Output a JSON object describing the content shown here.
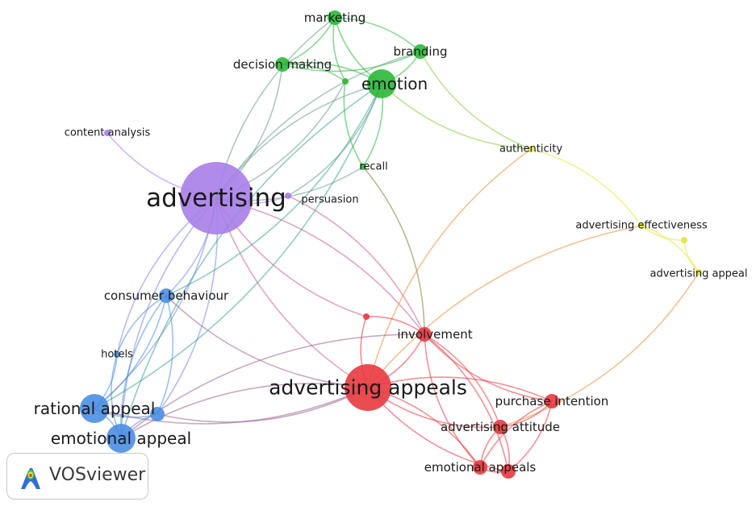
{
  "title": "",
  "branding": {
    "name": "VOSviewer",
    "logo_icon": "vosviewer-logo-icon"
  },
  "clusters": {
    "red": "#e8393f",
    "green": "#2bb83a",
    "blue": "#4a8ee3",
    "yellow": "#e3e63c",
    "purple": "#a77ee8"
  },
  "nodes": [
    {
      "id": "advertising",
      "label": "advertising",
      "cluster": "purple",
      "weight": 5
    },
    {
      "id": "content_analysis",
      "label": "content analysis",
      "cluster": "purple",
      "weight": 1
    },
    {
      "id": "persuasion",
      "label": "persuasion",
      "cluster": "purple",
      "weight": 1
    },
    {
      "id": "marketing",
      "label": "marketing",
      "cluster": "green",
      "weight": 2
    },
    {
      "id": "decision_making",
      "label": "decision making",
      "cluster": "green",
      "weight": 2
    },
    {
      "id": "branding",
      "label": "branding",
      "cluster": "green",
      "weight": 2
    },
    {
      "id": "emotion",
      "label": "emotion",
      "cluster": "green",
      "weight": 3
    },
    {
      "id": "emotion_b",
      "label": "",
      "cluster": "green",
      "weight": 1
    },
    {
      "id": "recall",
      "label": "recall",
      "cluster": "green",
      "weight": 1
    },
    {
      "id": "authenticity",
      "label": "authenticity",
      "cluster": "yellow",
      "weight": 1
    },
    {
      "id": "adv_effectiveness",
      "label": "advertising effectiveness",
      "cluster": "yellow",
      "weight": 1
    },
    {
      "id": "adv_appeal",
      "label": "advertising appeal",
      "cluster": "yellow",
      "weight": 1
    },
    {
      "id": "yellow_b",
      "label": "",
      "cluster": "yellow",
      "weight": 1
    },
    {
      "id": "consumer_behaviour",
      "label": "consumer behaviour",
      "cluster": "blue",
      "weight": 2
    },
    {
      "id": "hotels",
      "label": "hotels",
      "cluster": "blue",
      "weight": 1
    },
    {
      "id": "rational_appeal",
      "label": "rational appeal",
      "cluster": "blue",
      "weight": 3
    },
    {
      "id": "emotional_appeal",
      "label": "emotional appeal",
      "cluster": "blue",
      "weight": 3
    },
    {
      "id": "blue_b",
      "label": "",
      "cluster": "blue",
      "weight": 2
    },
    {
      "id": "advertising_appeals",
      "label": "advertising appeals",
      "cluster": "red",
      "weight": 4
    },
    {
      "id": "involvement",
      "label": "involvement",
      "cluster": "red",
      "weight": 2
    },
    {
      "id": "purchase_intention",
      "label": "purchase intention",
      "cluster": "red",
      "weight": 2
    },
    {
      "id": "advertising_attitude",
      "label": "advertising attitude",
      "cluster": "red",
      "weight": 2
    },
    {
      "id": "emotional_appeals",
      "label": "emotional appeals",
      "cluster": "red",
      "weight": 2
    },
    {
      "id": "red_b",
      "label": "",
      "cluster": "red",
      "weight": 1
    },
    {
      "id": "red_c",
      "label": "",
      "cluster": "red",
      "weight": 2
    }
  ],
  "links": [
    [
      "advertising",
      "content_analysis"
    ],
    [
      "advertising",
      "persuasion"
    ],
    [
      "advertising",
      "marketing"
    ],
    [
      "advertising",
      "decision_making"
    ],
    [
      "advertising",
      "emotion"
    ],
    [
      "advertising",
      "emotion_b"
    ],
    [
      "advertising",
      "branding"
    ],
    [
      "advertising",
      "recall"
    ],
    [
      "advertising",
      "consumer_behaviour"
    ],
    [
      "advertising",
      "hotels"
    ],
    [
      "advertising",
      "rational_appeal"
    ],
    [
      "advertising",
      "emotional_appeal"
    ],
    [
      "advertising",
      "blue_b"
    ],
    [
      "advertising",
      "advertising_appeals"
    ],
    [
      "advertising",
      "involvement"
    ],
    [
      "advertising",
      "red_b"
    ],
    [
      "marketing",
      "decision_making"
    ],
    [
      "marketing",
      "emotion"
    ],
    [
      "marketing",
      "branding"
    ],
    [
      "marketing",
      "emotion_b"
    ],
    [
      "decision_making",
      "emotion"
    ],
    [
      "decision_making",
      "branding"
    ],
    [
      "decision_making",
      "emotion_b"
    ],
    [
      "emotion",
      "branding"
    ],
    [
      "emotion",
      "recall"
    ],
    [
      "emotion",
      "authenticity"
    ],
    [
      "emotion",
      "rational_appeal"
    ],
    [
      "emotion",
      "emotional_appeal"
    ],
    [
      "emotion",
      "consumer_behaviour"
    ],
    [
      "branding",
      "authenticity"
    ],
    [
      "recall",
      "involvement"
    ],
    [
      "emotion_b",
      "recall"
    ],
    [
      "persuasion",
      "involvement"
    ],
    [
      "persuasion",
      "emotion"
    ],
    [
      "authenticity",
      "adv_effectiveness"
    ],
    [
      "authenticity",
      "advertising_appeals"
    ],
    [
      "adv_effectiveness",
      "adv_appeal"
    ],
    [
      "adv_effectiveness",
      "yellow_b"
    ],
    [
      "adv_appeal",
      "yellow_b"
    ],
    [
      "adv_effectiveness",
      "advertising_appeals"
    ],
    [
      "adv_appeal",
      "advertising_attitude"
    ],
    [
      "consumer_behaviour",
      "hotels"
    ],
    [
      "consumer_behaviour",
      "rational_appeal"
    ],
    [
      "consumer_behaviour",
      "emotional_appeal"
    ],
    [
      "consumer_behaviour",
      "blue_b"
    ],
    [
      "consumer_behaviour",
      "advertising_appeals"
    ],
    [
      "hotels",
      "rational_appeal"
    ],
    [
      "hotels",
      "emotional_appeal"
    ],
    [
      "rational_appeal",
      "emotional_appeal"
    ],
    [
      "rational_appeal",
      "blue_b"
    ],
    [
      "emotional_appeal",
      "blue_b"
    ],
    [
      "rational_appeal",
      "advertising_appeals"
    ],
    [
      "emotional_appeal",
      "advertising_appeals"
    ],
    [
      "blue_b",
      "advertising_appeals"
    ],
    [
      "emotional_appeal",
      "involvement"
    ],
    [
      "advertising_appeals",
      "involvement"
    ],
    [
      "advertising_appeals",
      "purchase_intention"
    ],
    [
      "advertising_appeals",
      "advertising_attitude"
    ],
    [
      "advertising_appeals",
      "emotional_appeals"
    ],
    [
      "advertising_appeals",
      "red_c"
    ],
    [
      "advertising_appeals",
      "red_b"
    ],
    [
      "involvement",
      "purchase_intention"
    ],
    [
      "involvement",
      "advertising_attitude"
    ],
    [
      "involvement",
      "emotional_appeals"
    ],
    [
      "involvement",
      "red_c"
    ],
    [
      "involvement",
      "red_b"
    ],
    [
      "purchase_intention",
      "advertising_attitude"
    ],
    [
      "purchase_intention",
      "emotional_appeals"
    ],
    [
      "purchase_intention",
      "red_c"
    ],
    [
      "advertising_attitude",
      "emotional_appeals"
    ],
    [
      "advertising_attitude",
      "red_c"
    ],
    [
      "emotional_appeals",
      "red_c"
    ]
  ]
}
